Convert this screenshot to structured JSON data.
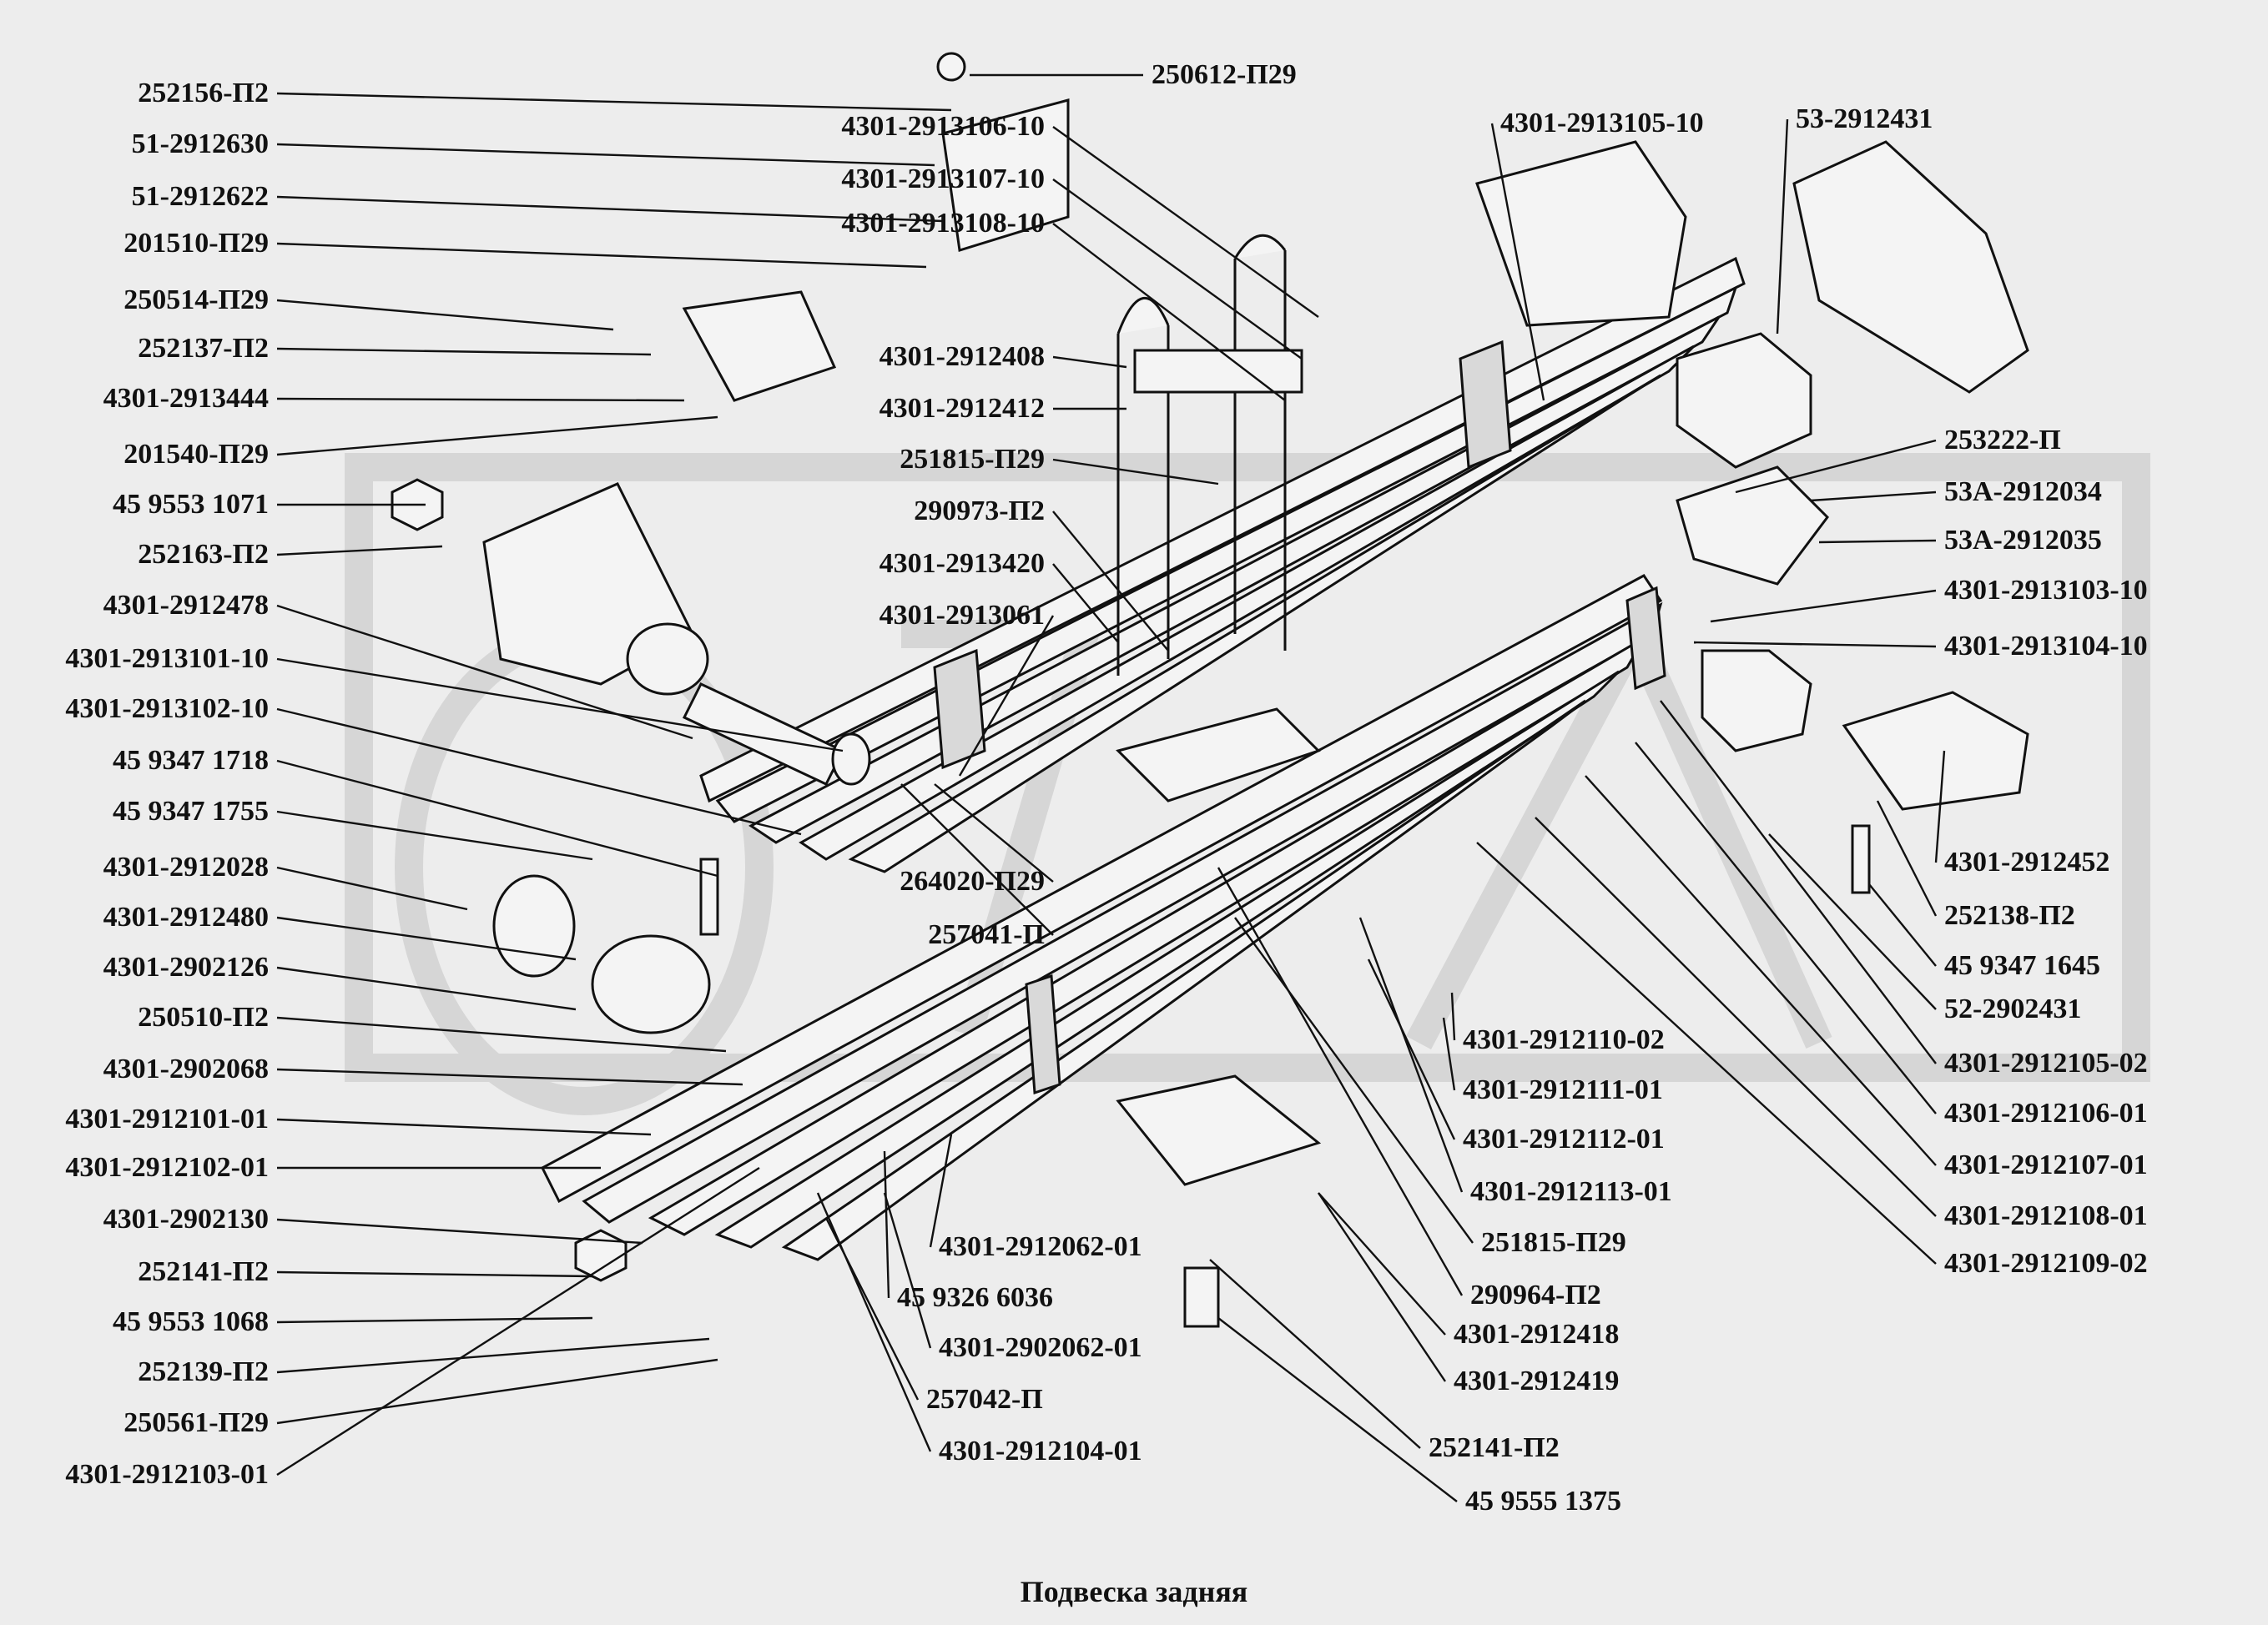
{
  "caption": "Подвеска задняя",
  "left_labels": [
    "252156-П2",
    "51-2912630",
    "51-2912622",
    "201510-П29",
    "250514-П29",
    "252137-П2",
    "4301-2913444",
    "201540-П29",
    "45 9553 1071",
    "252163-П2",
    "4301-2912478",
    "4301-2913101-10",
    "4301-2913102-10",
    "45 9347 1718",
    "45 9347 1755",
    "4301-2912028",
    "4301-2912480",
    "4301-2902126",
    "250510-П2",
    "4301-2902068",
    "4301-2912101-01",
    "4301-2912102-01",
    "4301-2902130",
    "252141-П2",
    "45 9553 1068",
    "252139-П2",
    "250561-П29",
    "4301-2912103-01"
  ],
  "center_labels": [
    "250612-П29",
    "4301-2913106-10",
    "4301-2913107-10",
    "4301-2913108-10",
    "4301-2912408",
    "4301-2912412",
    "251815-П29",
    "290973-П2",
    "4301-2913420",
    "4301-2913061",
    "264020-П29",
    "257041-П",
    "4301-2913105-10",
    "53-2912431"
  ],
  "right_labels": [
    "253222-П",
    "53А-2912034",
    "53А-2912035",
    "4301-2913103-10",
    "4301-2913104-10",
    "4301-2912452",
    "252138-П2",
    "45 9347 1645",
    "52-2902431",
    "4301-2912105-02",
    "4301-2912106-01",
    "4301-2912107-01",
    "4301-2912108-01",
    "4301-2912109-02"
  ],
  "bottom_labels": [
    "4301-2912110-02",
    "4301-2912111-01",
    "4301-2912112-01",
    "4301-2912113-01",
    "251815-П29",
    "290964-П2",
    "4301-2912418",
    "4301-2912419",
    "252141-П2",
    "45 9555 1375",
    "4301-2912062-01",
    "45 9326 6036",
    "4301-2902062-01",
    "257042-П",
    "4301-2912104-01"
  ]
}
